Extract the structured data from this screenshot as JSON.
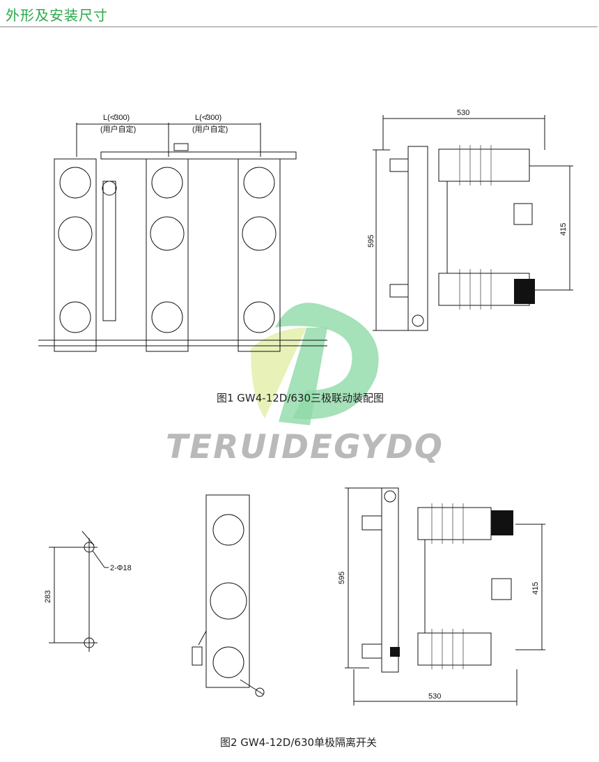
{
  "header": {
    "title": "外形及安装尺寸"
  },
  "figure1": {
    "caption": "图1 GW4-12D/630三极联动装配图",
    "dim_l_left": "L(≮300)",
    "dim_l_left_sub": "(用户自定)",
    "dim_l_right": "L(≮300)",
    "dim_l_right_sub": "(用户自定)",
    "side_width": "530",
    "side_height": "595",
    "side_span": "415"
  },
  "figure2": {
    "caption": "图2 GW4-12D/630单极隔离开关",
    "hole_spacing": "283",
    "hole_label": "2-Φ18",
    "side_width": "530",
    "side_height": "595",
    "side_span": "415"
  },
  "watermark": {
    "text": "TERUIDEGYDQ"
  },
  "colors": {
    "title_green": "#2aa84a",
    "logo_green": "#8fd9a8",
    "logo_yellow": "#e6efb0"
  }
}
